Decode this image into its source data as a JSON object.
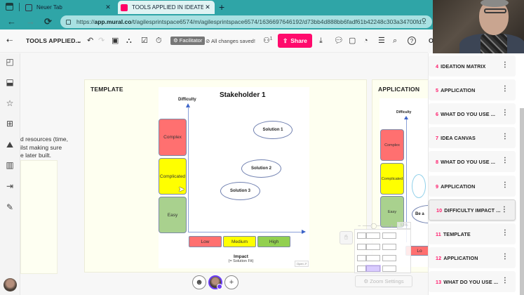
{
  "browser": {
    "tabs": [
      {
        "label": "Neuer Tab",
        "active": false
      },
      {
        "label": "TOOLS APPLIED IN IDEATE • Agile",
        "active": true
      }
    ],
    "new_tab": "+",
    "url_prefix": "https://",
    "url_domain": "app.mural.co",
    "url_rest": "/t/agilesprintspace6574/m/agilesprintspace6574/1636697646192/d73bb4d888bb6fadf61b42248c303a34700fd...",
    "back": "←",
    "forward": "→",
    "reload": "C",
    "search_icon": "⚲"
  },
  "toolbar": {
    "exit_icon": "⇠",
    "board_title": "TOOLS APPLIED...",
    "chevron": "⌄",
    "undo": "↶",
    "redo": "↷",
    "facilitator_label": "⚙ Facilitator",
    "saved_status": "⊘ All changes saved!",
    "users_count": "1",
    "share_label": "Share",
    "share_icon": "⇪",
    "help": "?"
  },
  "left_rail": {
    "icons": [
      "sticky-note",
      "shapes",
      "star",
      "grid",
      "image",
      "library",
      "import",
      "pen"
    ]
  },
  "canvas": {
    "text_fragment": [
      "d resources (time,",
      "ilst making sure",
      "e later built."
    ],
    "template_area": {
      "label": "TEMPLATE",
      "matrix": {
        "title": "Stakeholder 1",
        "y_label": "Difficulty",
        "difficulty_levels": [
          {
            "label": "Complex",
            "color": "#ff7070"
          },
          {
            "label": "Complicated",
            "color": "#ffff00"
          },
          {
            "label": "Easy",
            "color": "#a9d18e"
          }
        ],
        "impact_levels": [
          {
            "label": "Low",
            "color": "#ff7070"
          },
          {
            "label": "Medium",
            "color": "#ffff00"
          },
          {
            "label": "High",
            "color": "#92d050"
          }
        ],
        "solutions": [
          "Solution 1",
          "Solution 2",
          "Solution 3"
        ],
        "x_label": "Impact",
        "x_sublabel": "(= Solution Fit)",
        "open_label": "Open ⇗"
      }
    },
    "application_area": {
      "label": "APPLICATION",
      "matrix": {
        "y_label": "Difficulty",
        "difficulty_levels": [
          {
            "label": "Complex",
            "color": "#ff7070"
          },
          {
            "label": "Complicated",
            "color": "#ffff00"
          },
          {
            "label": "Easy",
            "color": "#a9d18e"
          }
        ],
        "solution_fragment": "Be a",
        "impact_fragment": "Lo"
      }
    },
    "zoom": {
      "minus": "−",
      "plus": "+",
      "percent": "53%",
      "settings_label": "⚙ Zoom Settings"
    },
    "bottom_tools": {
      "emoji": "☻",
      "add": "+"
    }
  },
  "outline": {
    "header": "O",
    "items": [
      {
        "num": "4",
        "label": "IDEATION MATRIX"
      },
      {
        "num": "5",
        "label": "APPLICATION"
      },
      {
        "num": "6",
        "label": "WHAT DO YOU USE ..."
      },
      {
        "num": "7",
        "label": "IDEA CANVAS"
      },
      {
        "num": "8",
        "label": "WHAT DO YOU USE ..."
      },
      {
        "num": "9",
        "label": "APPLICATION"
      },
      {
        "num": "10",
        "label": "DIFFICULTY IMPACT ...",
        "selected": true
      },
      {
        "num": "11",
        "label": "TEMPLATE"
      },
      {
        "num": "12",
        "label": "APPLICATION"
      },
      {
        "num": "13",
        "label": "WHAT DO YOU USE ..."
      }
    ],
    "more_icon": "⋮"
  }
}
